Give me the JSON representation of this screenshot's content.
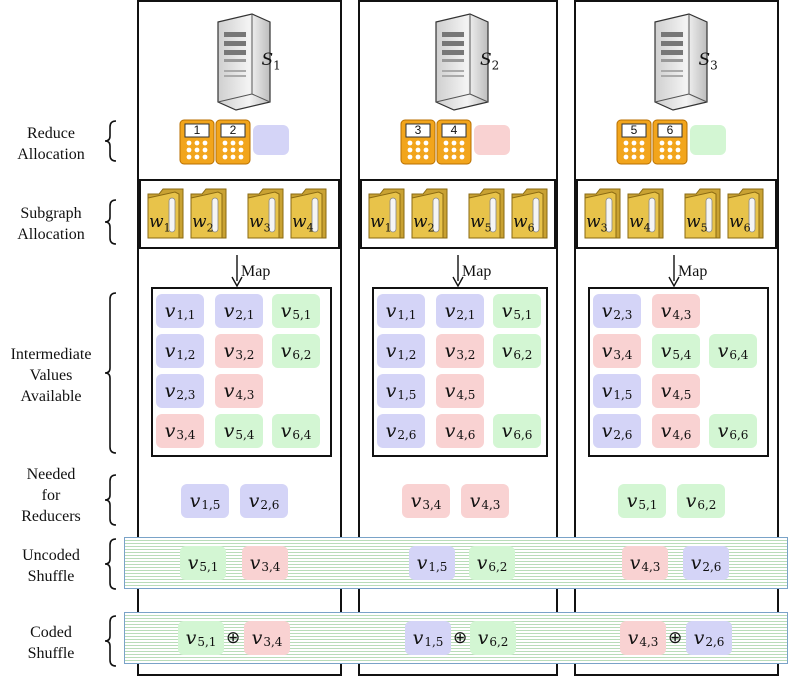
{
  "colors": {
    "blue": "#d4d4f7",
    "red": "#f9d2d2",
    "green": "#d3f6d3",
    "folder": "#e8c34a",
    "calc": "#f2a51c"
  },
  "row_labels": {
    "reduce": [
      "Reduce",
      "Allocation"
    ],
    "subgraph": [
      "Subgraph",
      "Allocation"
    ],
    "intermediate": [
      "Intermediate",
      "Values",
      "Available"
    ],
    "needed": [
      "Needed",
      "for",
      "Reducers"
    ],
    "uncoded": [
      "Uncoded",
      "Shuffle"
    ],
    "coded": [
      "Coded",
      "Shuffle"
    ]
  },
  "map_label": "Map",
  "xor_symbol": "⊕",
  "servers": [
    {
      "label": "S",
      "label_sub": "1",
      "calcs": [
        "1",
        "2"
      ],
      "swatch": "blue",
      "folders": [
        {
          "l": "w",
          "s": "1"
        },
        {
          "l": "w",
          "s": "2"
        },
        {
          "l": "w",
          "s": "3"
        },
        {
          "l": "w",
          "s": "4"
        }
      ],
      "values": [
        [
          {
            "s": "1,1",
            "c": "blue"
          },
          {
            "s": "2,1",
            "c": "blue"
          },
          {
            "s": "5,1",
            "c": "green"
          }
        ],
        [
          {
            "s": "1,2",
            "c": "blue"
          },
          {
            "s": "3,2",
            "c": "red"
          },
          {
            "s": "6,2",
            "c": "green"
          }
        ],
        [
          {
            "s": "2,3",
            "c": "blue"
          },
          {
            "s": "4,3",
            "c": "red"
          },
          null
        ],
        [
          {
            "s": "3,4",
            "c": "red"
          },
          {
            "s": "5,4",
            "c": "green"
          },
          {
            "s": "6,4",
            "c": "green"
          }
        ]
      ],
      "needed": [
        {
          "s": "1,5",
          "c": "blue"
        },
        {
          "s": "2,6",
          "c": "blue"
        }
      ]
    },
    {
      "label": "S",
      "label_sub": "2",
      "calcs": [
        "3",
        "4"
      ],
      "swatch": "red",
      "folders": [
        {
          "l": "w",
          "s": "1"
        },
        {
          "l": "w",
          "s": "2"
        },
        {
          "l": "w",
          "s": "5"
        },
        {
          "l": "w",
          "s": "6"
        }
      ],
      "values": [
        [
          {
            "s": "1,1",
            "c": "blue"
          },
          {
            "s": "2,1",
            "c": "blue"
          },
          {
            "s": "5,1",
            "c": "green"
          }
        ],
        [
          {
            "s": "1,2",
            "c": "blue"
          },
          {
            "s": "3,2",
            "c": "red"
          },
          {
            "s": "6,2",
            "c": "green"
          }
        ],
        [
          {
            "s": "1,5",
            "c": "blue"
          },
          {
            "s": "4,5",
            "c": "red"
          },
          null
        ],
        [
          {
            "s": "2,6",
            "c": "blue"
          },
          {
            "s": "4,6",
            "c": "red"
          },
          {
            "s": "6,6",
            "c": "green"
          }
        ]
      ],
      "needed": [
        {
          "s": "3,4",
          "c": "red"
        },
        {
          "s": "4,3",
          "c": "red"
        }
      ]
    },
    {
      "label": "S",
      "label_sub": "3",
      "calcs": [
        "5",
        "6"
      ],
      "swatch": "green",
      "folders": [
        {
          "l": "w",
          "s": "3"
        },
        {
          "l": "w",
          "s": "4"
        },
        {
          "l": "w",
          "s": "5"
        },
        {
          "l": "w",
          "s": "6"
        }
      ],
      "values": [
        [
          {
            "s": "2,3",
            "c": "blue"
          },
          {
            "s": "4,3",
            "c": "red"
          },
          null
        ],
        [
          {
            "s": "3,4",
            "c": "red"
          },
          {
            "s": "5,4",
            "c": "green"
          },
          {
            "s": "6,4",
            "c": "green"
          }
        ],
        [
          {
            "s": "1,5",
            "c": "blue"
          },
          {
            "s": "4,5",
            "c": "red"
          },
          null
        ],
        [
          {
            "s": "2,6",
            "c": "blue"
          },
          {
            "s": "4,6",
            "c": "red"
          },
          {
            "s": "6,6",
            "c": "green"
          }
        ]
      ],
      "needed": [
        {
          "s": "5,1",
          "c": "green"
        },
        {
          "s": "6,2",
          "c": "green"
        }
      ]
    }
  ],
  "uncoded": [
    [
      {
        "s": "5,1",
        "c": "green"
      },
      {
        "s": "3,4",
        "c": "red"
      }
    ],
    [
      {
        "s": "1,5",
        "c": "blue"
      },
      {
        "s": "6,2",
        "c": "green"
      }
    ],
    [
      {
        "s": "4,3",
        "c": "red"
      },
      {
        "s": "2,6",
        "c": "blue"
      }
    ]
  ],
  "coded": [
    [
      {
        "s": "5,1",
        "c": "green"
      },
      {
        "s": "3,4",
        "c": "red"
      }
    ],
    [
      {
        "s": "1,5",
        "c": "blue"
      },
      {
        "s": "6,2",
        "c": "green"
      }
    ],
    [
      {
        "s": "4,3",
        "c": "red"
      },
      {
        "s": "2,6",
        "c": "blue"
      }
    ]
  ]
}
